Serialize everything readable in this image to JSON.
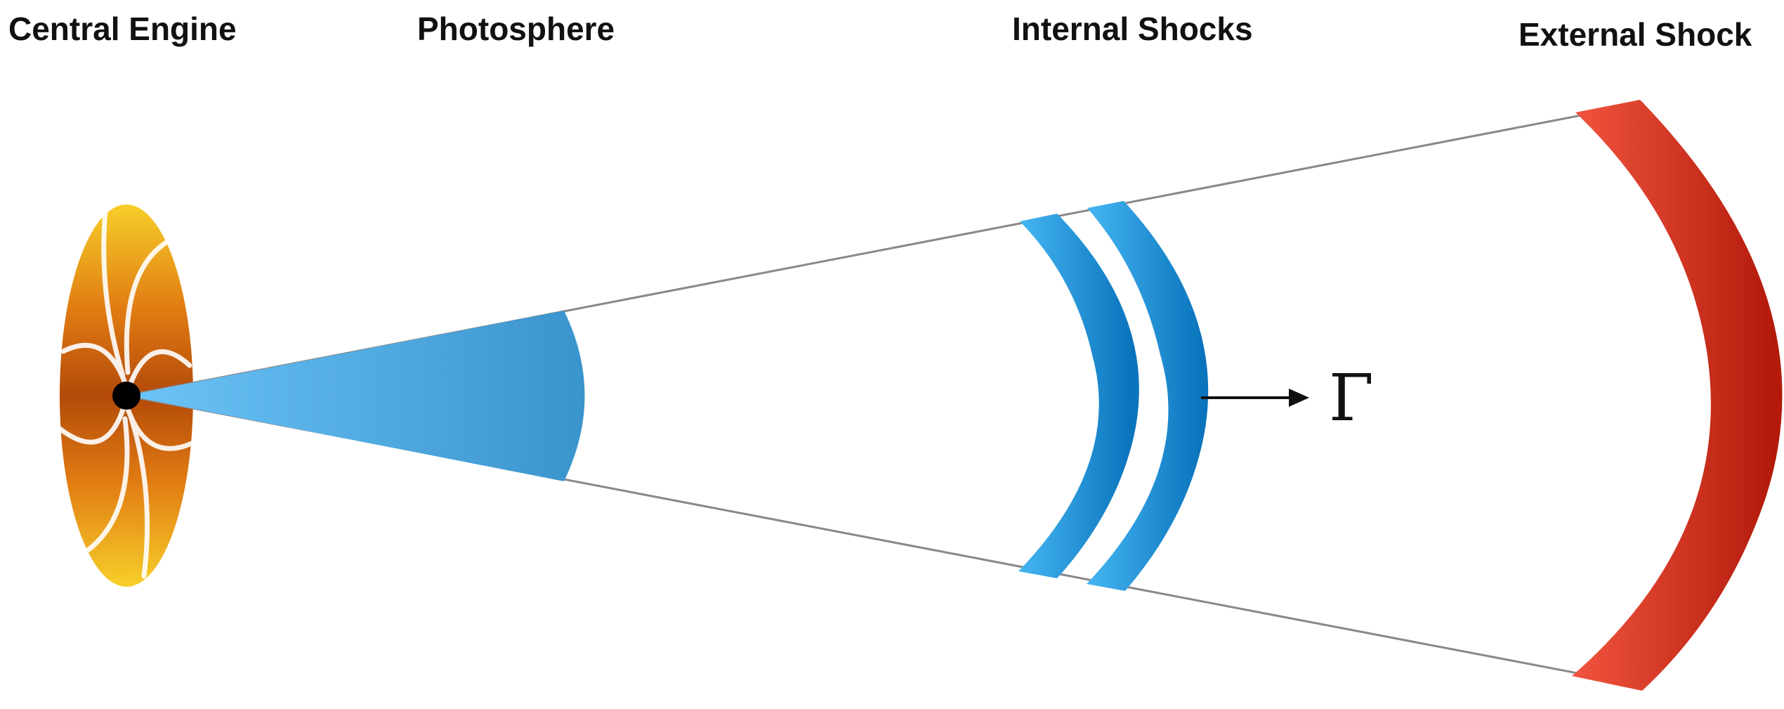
{
  "labels": {
    "central_engine": "Central Engine",
    "photosphere": "Photosphere",
    "internal_shocks": "Internal Shocks",
    "external_shock": "External Shock",
    "lorentz_factor": "Γ"
  },
  "colors": {
    "engine_yellow": "#F7CF2A",
    "engine_orange": "#E07A12",
    "engine_dark": "#B34A0A",
    "core": "#000000",
    "jet_light": "#6CC4F8",
    "jet_mid": "#4FAEE6",
    "jet_dark": "#3A94CC",
    "shell_light": "#45B6F2",
    "shell_dark": "#0A74BD",
    "external_light": "#F1553F",
    "external_dark": "#B31A0A",
    "cone_line": "#888888",
    "arrow": "#111111"
  },
  "icons": {
    "engine": "accretion-disk-icon",
    "arrow": "right-arrow-icon"
  }
}
